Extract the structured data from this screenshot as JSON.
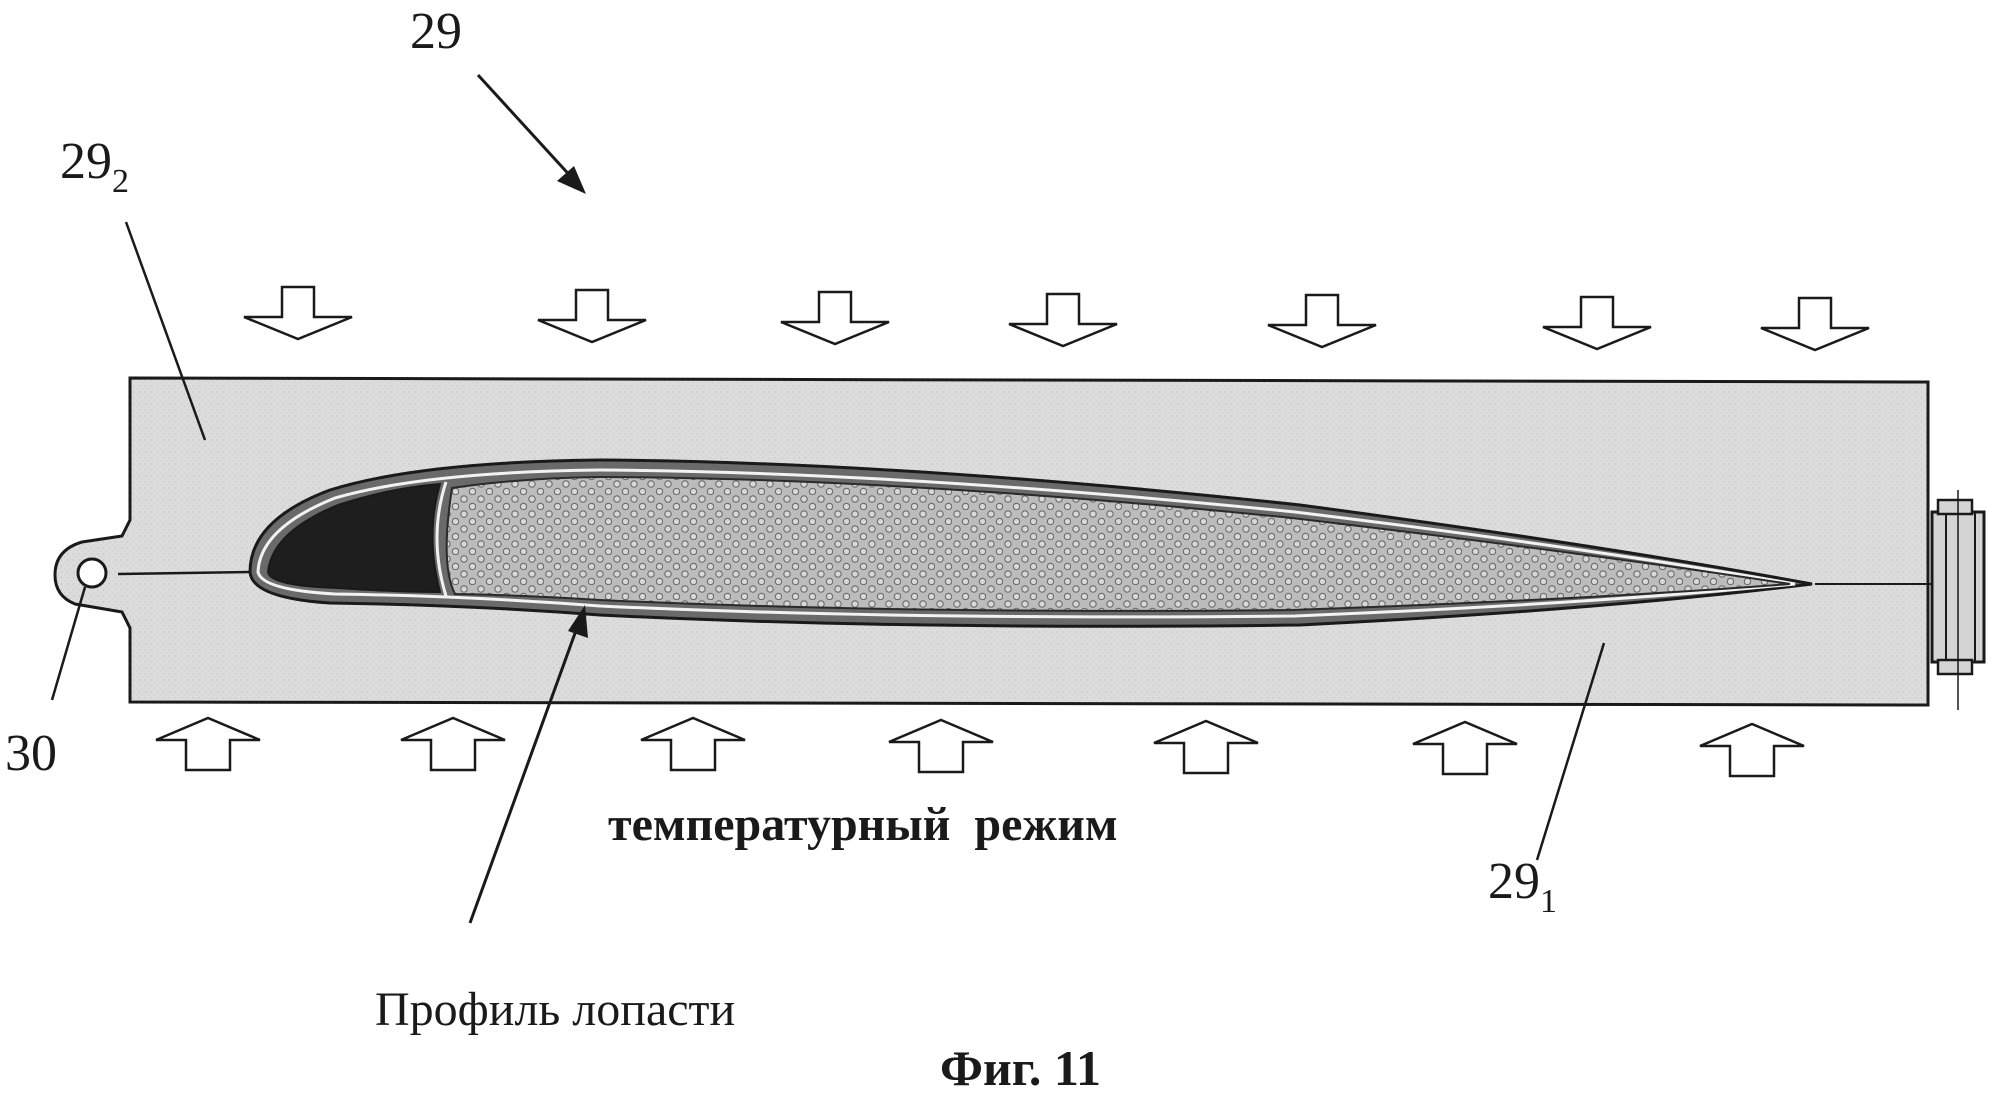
{
  "figure": {
    "caption": "Фиг. 11"
  },
  "labels": {
    "assembly": "29",
    "upper_half_base": "29",
    "upper_half_sub": "2",
    "lower_half_base": "29",
    "lower_half_sub": "1",
    "pin": "30",
    "mode": "температурный  режим",
    "profile": "Профиль лопасти"
  },
  "colors": {
    "mold_fill": "#d9d9d9",
    "core_fill": "#bdbdbd",
    "spar_fill": "#1e1e1e",
    "line": "#1a1a1a"
  },
  "arrows": {
    "top_row_direction": "down",
    "bottom_row_direction": "up",
    "top_count": 7,
    "bottom_count": 7
  }
}
